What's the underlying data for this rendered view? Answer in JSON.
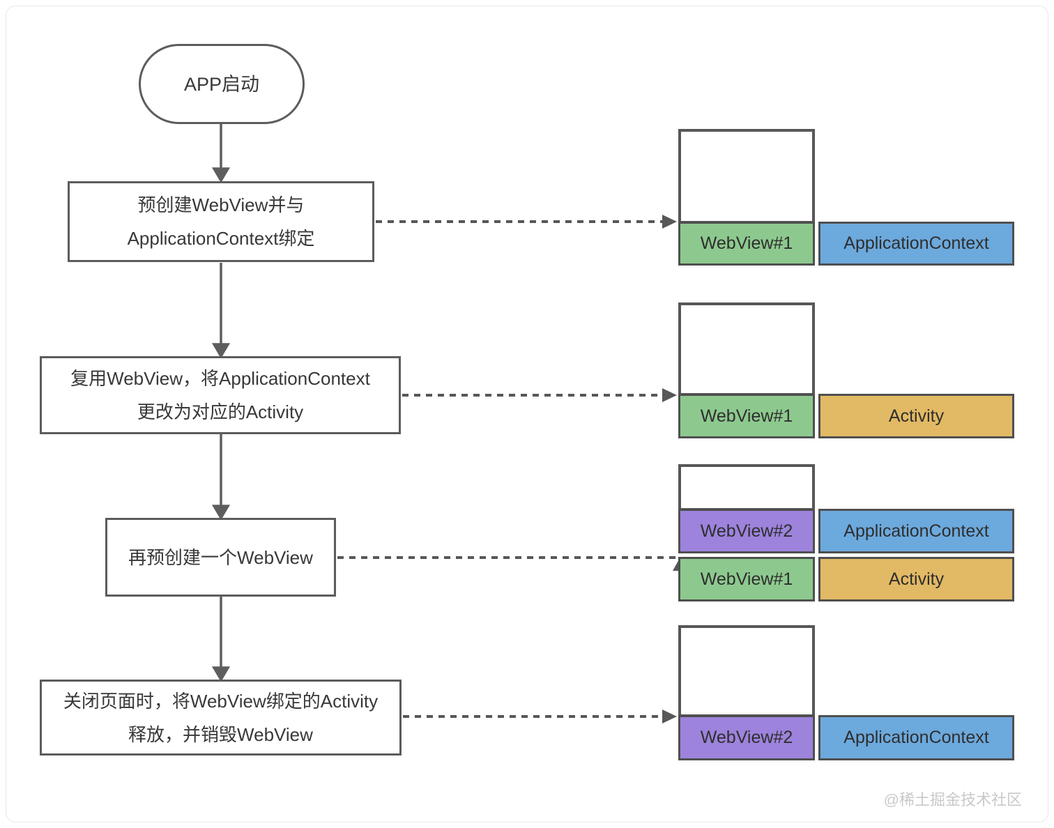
{
  "colors": {
    "green": "#8DC98E",
    "blue": "#6CA9DD",
    "orange": "#E2B964",
    "purple": "#9D83DC",
    "node_border": "#5C5C5C",
    "bar_border": "#4F4F4F",
    "arrow": "#5E5E5E",
    "text": "#383838",
    "watermark": "#C9C9C9"
  },
  "flow": {
    "start_label": "APP启动",
    "steps": [
      {
        "lines": [
          "预创建WebView并与",
          "ApplicationContext绑定"
        ]
      },
      {
        "lines": [
          "复用WebView，将ApplicationContext",
          "更改为对应的Activity"
        ]
      },
      {
        "lines": [
          "再预创建一个WebView"
        ]
      },
      {
        "lines": [
          "关闭页面时，将WebView绑定的Activity",
          "释放，并销毁WebView"
        ]
      }
    ]
  },
  "snapshots": [
    {
      "rows": [
        {
          "left": {
            "label": "WebView#1",
            "color": "#8DC98E"
          },
          "right": {
            "label": "ApplicationContext",
            "color": "#6CA9DD"
          }
        }
      ]
    },
    {
      "rows": [
        {
          "left": {
            "label": "WebView#1",
            "color": "#8DC98E"
          },
          "right": {
            "label": "Activity",
            "color": "#E2B964"
          }
        }
      ]
    },
    {
      "rows": [
        {
          "left": {
            "label": "WebView#2",
            "color": "#9D83DC"
          },
          "right": {
            "label": "ApplicationContext",
            "color": "#6CA9DD"
          }
        },
        {
          "left": {
            "label": "WebView#1",
            "color": "#8DC98E"
          },
          "right": {
            "label": "Activity",
            "color": "#E2B964"
          }
        }
      ]
    },
    {
      "rows": [
        {
          "left": {
            "label": "WebView#2",
            "color": "#9D83DC"
          },
          "right": {
            "label": "ApplicationContext",
            "color": "#6CA9DD"
          }
        }
      ]
    }
  ],
  "watermark": "@稀土掘金技术社区"
}
